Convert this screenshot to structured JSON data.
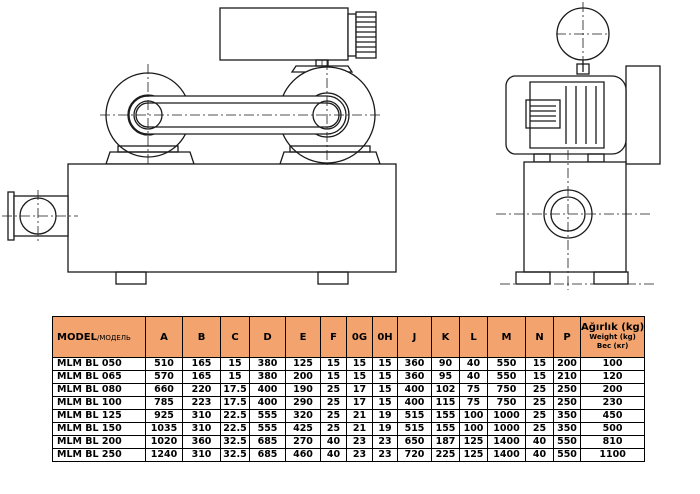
{
  "table": {
    "headers": {
      "model": "MODEL",
      "model_sub": "/МОДЕЛЬ",
      "cols": [
        "A",
        "B",
        "C",
        "D",
        "E",
        "F",
        "0G",
        "0H",
        "J",
        "K",
        "L",
        "M",
        "N",
        "P"
      ],
      "weight_title": "Ağırlık (kg)",
      "weight_sub1": "Weight (kg)",
      "weight_sub2": "Вес (кг)"
    },
    "rows": [
      {
        "model": "MLM  BL  050",
        "values": [
          "510",
          "165",
          "15",
          "380",
          "125",
          "15",
          "15",
          "15",
          "360",
          "90",
          "40",
          "550",
          "15",
          "200",
          "100"
        ]
      },
      {
        "model": "MLM  BL 065",
        "values": [
          "570",
          "165",
          "15",
          "380",
          "200",
          "15",
          "15",
          "15",
          "360",
          "95",
          "40",
          "550",
          "15",
          "210",
          "120"
        ]
      },
      {
        "model": "MLM  BL  080",
        "values": [
          "660",
          "220",
          "17.5",
          "400",
          "190",
          "25",
          "17",
          "15",
          "400",
          "102",
          "75",
          "750",
          "25",
          "250",
          "200"
        ]
      },
      {
        "model": "MLM  BL 100",
        "values": [
          "785",
          "223",
          "17.5",
          "400",
          "290",
          "25",
          "17",
          "15",
          "400",
          "115",
          "75",
          "750",
          "25",
          "250",
          "230"
        ]
      },
      {
        "model": "MLM  BL 125",
        "values": [
          "925",
          "310",
          "22.5",
          "555",
          "320",
          "25",
          "21",
          "19",
          "515",
          "155",
          "100",
          "1000",
          "25",
          "350",
          "450"
        ]
      },
      {
        "model": "MLM  BL 150",
        "values": [
          "1035",
          "310",
          "22.5",
          "555",
          "425",
          "25",
          "21",
          "19",
          "515",
          "155",
          "100",
          "1000",
          "25",
          "350",
          "500"
        ]
      },
      {
        "model": "MLM  BL 200",
        "values": [
          "1020",
          "360",
          "32.5",
          "685",
          "270",
          "40",
          "23",
          "23",
          "650",
          "187",
          "125",
          "1400",
          "40",
          "550",
          "810"
        ]
      },
      {
        "model": "MLM  BL 250",
        "values": [
          "1240",
          "310",
          "32.5",
          "685",
          "460",
          "40",
          "23",
          "23",
          "720",
          "225",
          "125",
          "1400",
          "40",
          "550",
          "1100"
        ]
      }
    ]
  },
  "colors": {
    "header_bg": "#f3a36e",
    "line": "#1a1a1a"
  }
}
